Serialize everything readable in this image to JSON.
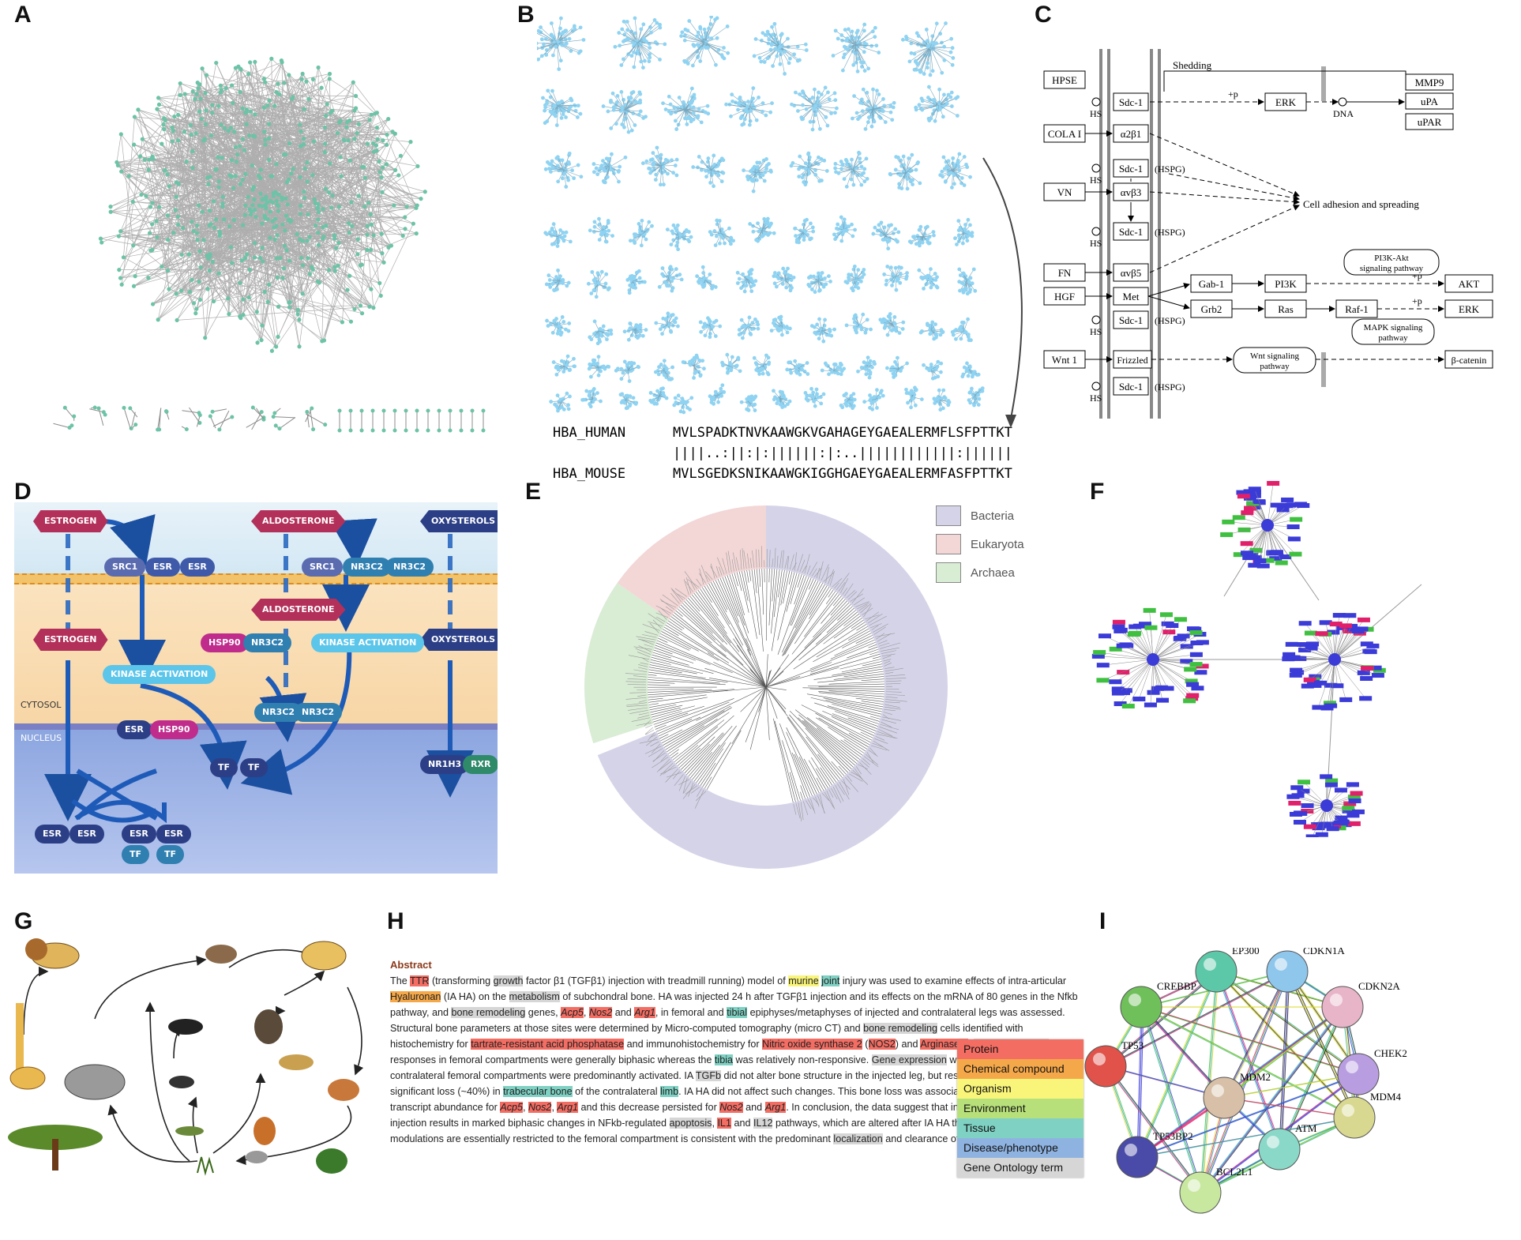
{
  "labels": {
    "a": "A",
    "b": "B",
    "c": "C",
    "d": "D",
    "e": "E",
    "f": "F",
    "g": "G",
    "h": "H",
    "i": "I"
  },
  "panel_b": {
    "seq1_name": "HBA_HUMAN",
    "seq1": "MVLSPADKTNVKAAWGKVGAHAGEYGAEALERMFLSFPTTKT",
    "match": "||||..:||:|:||||||:|:..||||||||||||:||||||",
    "seq2_name": "HBA_MOUSE",
    "seq2": "MVLSGEDKSNIKAAWGKIGGHGAEYGAEALERMFASFPTTKT"
  },
  "panel_c": {
    "nodes": {
      "hpse": "HPSE",
      "cola": "COLA I",
      "vn": "VN",
      "fn": "FN",
      "hgf": "HGF",
      "wnt": "Wnt 1",
      "sdc1": "Sdc-1",
      "a2b1": "α2β1",
      "avb3": "αvβ3",
      "avb5": "αvβ5",
      "met": "Met",
      "frizzled": "Frizzled",
      "erk": "ERK",
      "mmp9": "MMP9",
      "upa": "uPA",
      "upar": "uPAR",
      "gab1": "Gab-1",
      "pi3k": "PI3K",
      "akt": "AKT",
      "grb2": "Grb2",
      "ras": "Ras",
      "raf1": "Raf-1",
      "erk2": "ERK",
      "bcat": "β-catenin"
    },
    "text": {
      "shedding": "Shedding",
      "hs": "HS",
      "hspg": "(HSPG)",
      "p": "+p",
      "dna": "DNA",
      "cell_adh": "Cell adhesion and spreading",
      "pi3k_path1": "PI3K-Akt",
      "pi3k_path2": "signaling pathway",
      "mapk1": "MAPK signaling",
      "mapk2": "pathway",
      "wnt1": "Wnt signaling",
      "wnt2": "pathway"
    }
  },
  "panel_d": {
    "estrogen": "ESTROGEN",
    "aldosterone": "ALDOSTERONE",
    "oxysterols": "OXYSTEROLS",
    "src1": "SRC1",
    "esr": "ESR",
    "nr3c2": "NR3C2",
    "hsp90": "HSP90",
    "kinase": "KINASE ACTIVATION",
    "cytosol": "CYTOSOL",
    "nucleus": "NUCLEUS",
    "tf": "TF",
    "nr1h3": "NR1H3",
    "rxr": "RXR"
  },
  "panel_e": {
    "legend": [
      {
        "name": "Bacteria",
        "color": "#d5d3e8"
      },
      {
        "name": "Eukaryota",
        "color": "#f3d6d6"
      },
      {
        "name": "Archaea",
        "color": "#d9ecd4"
      }
    ]
  },
  "panel_h": {
    "heading": "Abstract",
    "legend": [
      {
        "name": "Protein",
        "color": "#f36d63"
      },
      {
        "name": "Chemical compound",
        "color": "#f5a84a"
      },
      {
        "name": "Organism",
        "color": "#f9f57a"
      },
      {
        "name": "Environment",
        "color": "#b8e07a"
      },
      {
        "name": "Tissue",
        "color": "#7fd1c3"
      },
      {
        "name": "Disease/phenotype",
        "color": "#8fb3e0"
      },
      {
        "name": "Gene Ontology term",
        "color": "#d6d6d6"
      }
    ]
  },
  "panel_i": {
    "nodes": [
      {
        "name": "EP300",
        "color": "#5cc8a8"
      },
      {
        "name": "CDKN1A",
        "color": "#8ec6ec"
      },
      {
        "name": "CREBBP",
        "color": "#6fbf5a"
      },
      {
        "name": "CDKN2A",
        "color": "#e8b4c8"
      },
      {
        "name": "CHEK2",
        "color": "#b89ee0"
      },
      {
        "name": "TP53",
        "color": "#e0524a"
      },
      {
        "name": "MDM2",
        "color": "#d8c0a8"
      },
      {
        "name": "MDM4",
        "color": "#d8d890"
      },
      {
        "name": "TP53BP2",
        "color": "#4a4aa8"
      },
      {
        "name": "ATM",
        "color": "#8ad8c8"
      },
      {
        "name": "BCL2L1",
        "color": "#c8e8a0"
      }
    ]
  }
}
